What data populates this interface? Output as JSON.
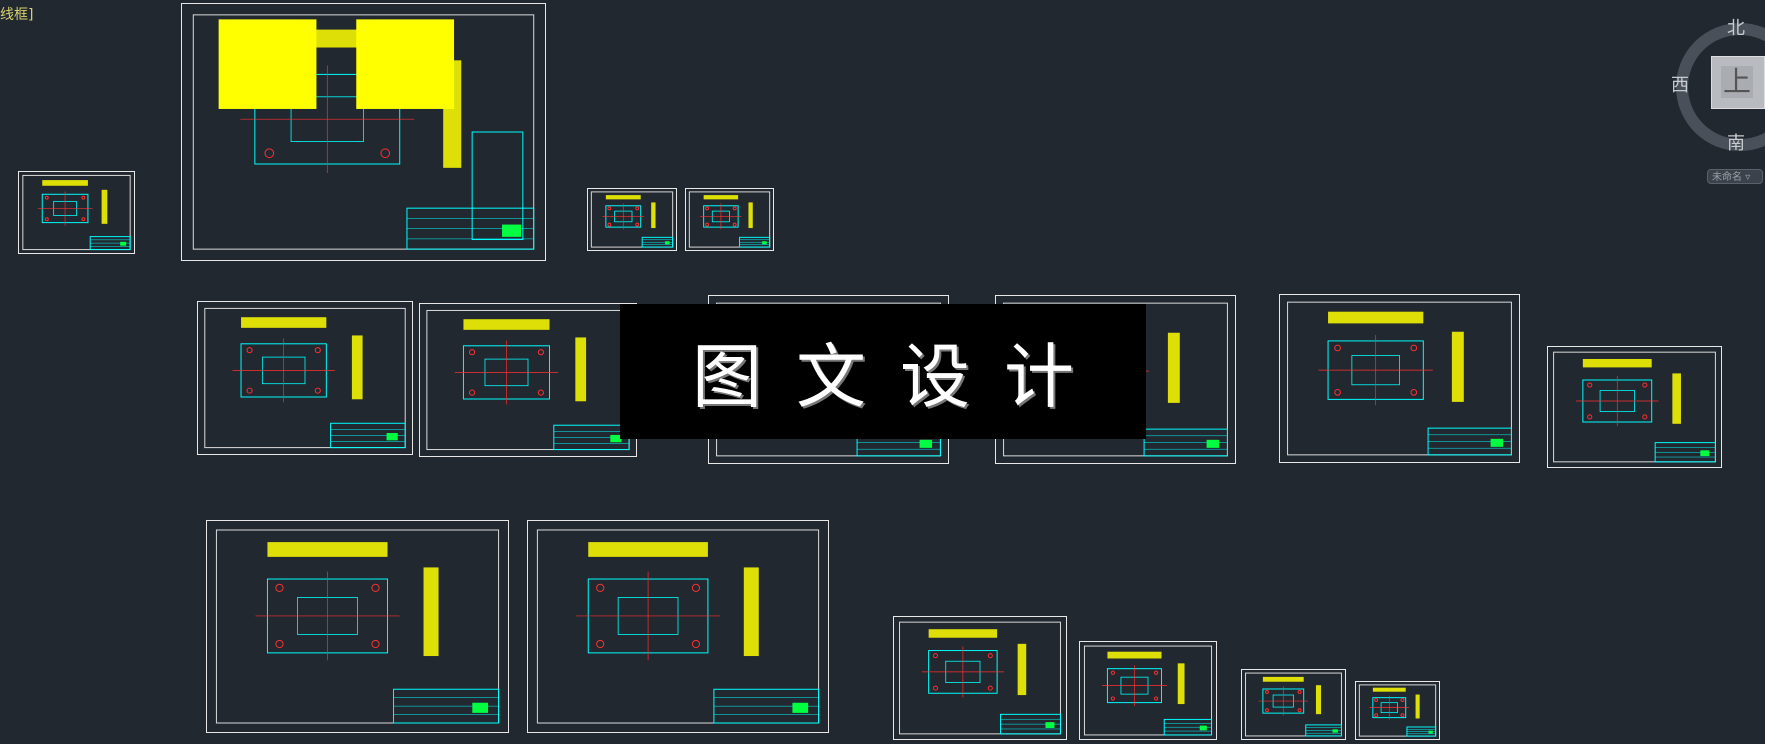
{
  "viewport": {
    "label": "线框]"
  },
  "watermark": {
    "text": "图文设计"
  },
  "viewcube": {
    "north": "北",
    "west": "西",
    "south": "南",
    "face": "上",
    "named_view": "未命名",
    "dropdown_icon": "chevron-down-icon"
  },
  "colors": {
    "background": "#212830",
    "hatch": "#ffff00",
    "outline": "#00ffff",
    "centerline": "#ff3030",
    "title_block": "#00ff40"
  }
}
